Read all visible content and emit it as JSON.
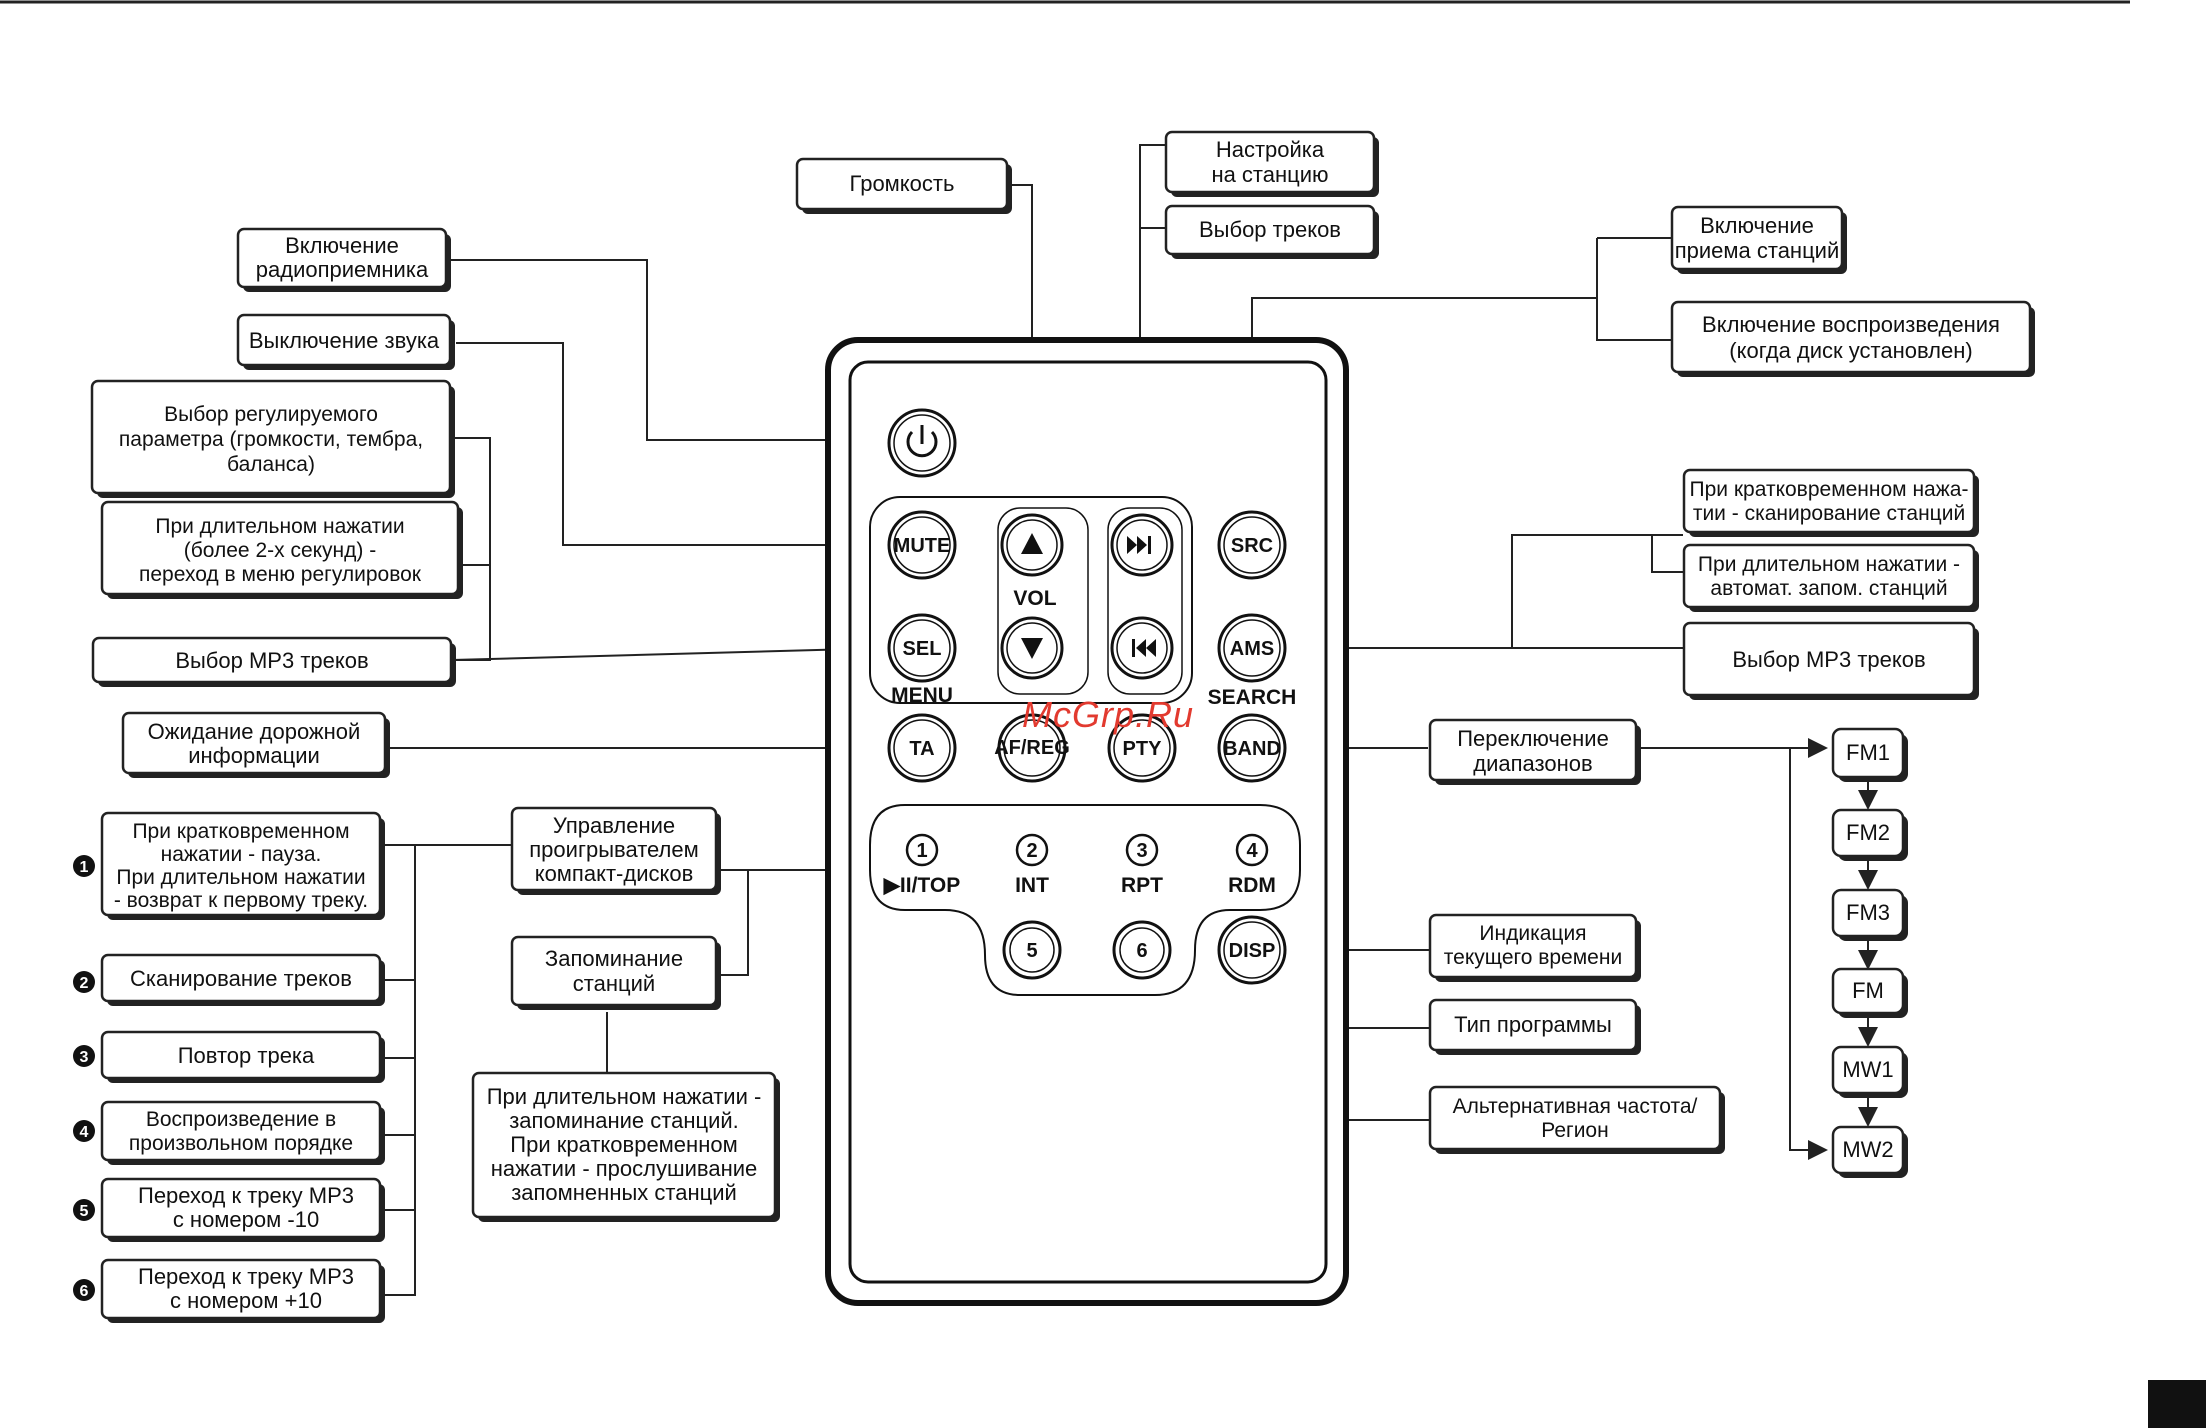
{
  "watermark": "McGrp.Ru",
  "remote_buttons": {
    "mute": "MUTE",
    "sel": "SEL",
    "menu": "MENU",
    "vol": "VOL",
    "src": "SRC",
    "ams": "AMS",
    "search": "SEARCH",
    "ta": "TA",
    "afreg": "AF/REG",
    "pty": "PTY",
    "band": "BAND",
    "disp": "DISP",
    "n1": "1",
    "n2": "2",
    "n3": "3",
    "n4": "4",
    "n5": "5",
    "n6": "6",
    "top": "▶II/TOP",
    "int": "INT",
    "rpt": "RPT",
    "rdm": "RDM"
  },
  "labels": {
    "volume": "Громкость",
    "tune_line1": "Настройка",
    "tune_line2": "на станцию",
    "track_select": "Выбор треков",
    "radio_on_line1": "Включение",
    "radio_on_line2": "радиоприемника",
    "mute_sound": "Выключение звука",
    "param_line1": "Выбор регулируемого",
    "param_line2": "параметра (громкости, тембра,",
    "param_line3": "баланса)",
    "long_press_line1": "При длительном нажатии",
    "long_press_line2": "(более 2-х секунд) -",
    "long_press_line3": "переход в меню регулировок",
    "mp3_select_left": "Выбор MP3 треков",
    "traffic_line1": "Ожидание дорожной",
    "traffic_line2": "информации",
    "src_on_line1": "Включение",
    "src_on_line2": "приема станций",
    "play_on_line1": "Включение воспроизведения",
    "play_on_line2": "(когда диск установлен)",
    "ams_short_line1": "При кратковременном нажа-",
    "ams_short_line2": "тии - сканирование станций",
    "ams_long_line1": "При длительном нажатии -",
    "ams_long_line2": "автомат. запом. станций",
    "mp3_select_right": "Выбор MP3 треков",
    "band_line1": "Переключение",
    "band_line2": "диапазонов",
    "cd_control_line1": "Управление",
    "cd_control_line2": "проигрывателем",
    "cd_control_line3": "компакт-дисков",
    "memory_line1": "Запоминание",
    "memory_line2": "станций",
    "memory_desc_line1": "При длительном нажатии -",
    "memory_desc_line2": "запоминание станций.",
    "memory_desc_line3": "При кратковременном",
    "memory_desc_line4": "нажатии - прослушивание",
    "memory_desc_line5": "запомненных станций",
    "clock_line1": "Индикация",
    "clock_line2": "текущего времени",
    "pty_type": "Тип программы",
    "af_line1": "Альтернативная частота/",
    "af_line2": "Регион",
    "item1_line1": "При кратковременном",
    "item1_line2": "нажатии - пауза.",
    "item1_line3": "При длительном нажатии",
    "item1_line4": "- возврат к первому треку.",
    "item2": "Сканирование треков",
    "item3": "Повтор трека",
    "item4_line1": "Воспроизведение в",
    "item4_line2": "произвольном порядке",
    "item5_line1": "Переход к треку MP3",
    "item5_line2": "с номером -10",
    "item6_line1": "Переход к треку MP3",
    "item6_line2": "с номером +10"
  },
  "bullets": [
    "1",
    "2",
    "3",
    "4",
    "5",
    "6"
  ],
  "bands": [
    "FM1",
    "FM2",
    "FM3",
    "FM",
    "MW1",
    "MW2"
  ]
}
